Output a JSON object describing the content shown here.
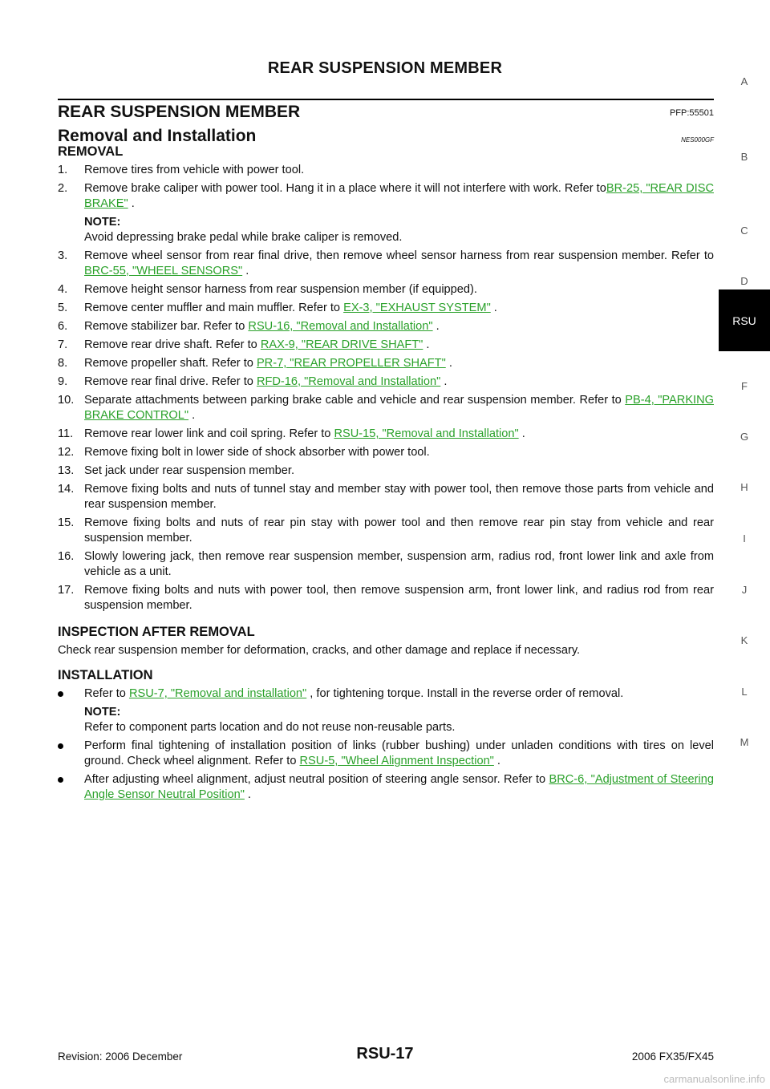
{
  "header": {
    "title": "REAR SUSPENSION MEMBER"
  },
  "section": {
    "title": "REAR SUSPENSION MEMBER",
    "pfp": "PFP:55501"
  },
  "subsection": {
    "title": "Removal and Installation",
    "code": "NES000GF"
  },
  "removal": {
    "heading": "REMOVAL",
    "steps": [
      {
        "num": "1.",
        "text": "Remove tires from vehicle with power tool."
      },
      {
        "num": "2.",
        "text": "Remove brake caliper with power tool. Hang it in a place where it will not interfere with work. Refer to",
        "link": "BR-25, \"REAR DISC BRAKE\"",
        "after": " ."
      },
      {
        "num": "3.",
        "text": "Remove wheel sensor from rear final drive, then remove wheel sensor harness from rear suspension member. Refer to ",
        "link": "BRC-55, \"WHEEL SENSORS\"",
        "after": " ."
      },
      {
        "num": "4.",
        "text": "Remove height sensor harness from rear suspension member (if equipped)."
      },
      {
        "num": "5.",
        "text": "Remove center muffler and main muffler. Refer to ",
        "link": "EX-3, \"EXHAUST SYSTEM\"",
        "after": " ."
      },
      {
        "num": "6.",
        "text": "Remove stabilizer bar. Refer to ",
        "link": "RSU-16, \"Removal and Installation\"",
        "after": " ."
      },
      {
        "num": "7.",
        "text": "Remove rear drive shaft. Refer to ",
        "link": "RAX-9, \"REAR DRIVE SHAFT\"",
        "after": " ."
      },
      {
        "num": "8.",
        "text": "Remove propeller shaft. Refer to ",
        "link": "PR-7, \"REAR PROPELLER SHAFT\"",
        "after": " ."
      },
      {
        "num": "9.",
        "text": "Remove rear final drive. Refer to ",
        "link": "RFD-16, \"Removal and Installation\"",
        "after": " ."
      },
      {
        "num": "10.",
        "text": "Separate attachments between parking brake cable and vehicle and rear suspension member. Refer to ",
        "link": "PB-4, \"PARKING BRAKE CONTROL\"",
        "after": " ."
      },
      {
        "num": "11.",
        "text": "Remove rear lower link and coil spring. Refer to ",
        "link": "RSU-15, \"Removal and Installation\"",
        "after": " ."
      },
      {
        "num": "12.",
        "text": "Remove fixing bolt in lower side of shock absorber with power tool."
      },
      {
        "num": "13.",
        "text": "Set jack under rear suspension member."
      },
      {
        "num": "14.",
        "text": "Remove fixing bolts and nuts of tunnel stay and member stay with power tool, then remove those parts from vehicle and rear suspension member."
      },
      {
        "num": "15.",
        "text": "Remove fixing bolts and nuts of rear pin stay with power tool and then remove rear pin stay from vehicle and rear suspension member."
      },
      {
        "num": "16.",
        "text": "Slowly lowering jack, then remove rear suspension member, suspension arm, radius rod, front lower link and axle from vehicle as a unit."
      },
      {
        "num": "17.",
        "text": "Remove fixing bolts and nuts with power tool, then remove suspension arm, front lower link, and radius rod from rear suspension member."
      }
    ],
    "note_label": "NOTE:",
    "note_text": "Avoid depressing brake pedal while brake caliper is removed."
  },
  "inspection": {
    "heading": "INSPECTION AFTER REMOVAL",
    "text": "Check rear suspension member for deformation, cracks, and other damage and replace if necessary."
  },
  "installation": {
    "heading": "INSTALLATION",
    "bullets": [
      {
        "text": "Refer to ",
        "link": "RSU-7, \"Removal and installation\"",
        "after": " , for tightening torque. Install in the reverse order of removal."
      },
      {
        "text": "Perform final tightening of installation position of links (rubber bushing) under unladen conditions with tires on level ground. Check wheel alignment. Refer to ",
        "link": "RSU-5, \"Wheel Alignment Inspection\"",
        "after": " ."
      },
      {
        "text": "After adjusting wheel alignment, adjust neutral position of steering angle sensor. Refer to ",
        "link": "BRC-6, \"Adjustment of Steering Angle Sensor Neutral Position\"",
        "after": " ."
      }
    ],
    "note_label": "NOTE:",
    "note_text": "Refer to component parts location and do not reuse non-reusable parts."
  },
  "side_index": [
    "A",
    "B",
    "C",
    "D",
    "RSU",
    "F",
    "G",
    "H",
    "I",
    "J",
    "K",
    "L",
    "M"
  ],
  "footer": {
    "revision": "Revision: 2006 December",
    "page": "RSU-17",
    "model": "2006 FX35/FX45",
    "watermark": "carmanualsonline.info"
  }
}
